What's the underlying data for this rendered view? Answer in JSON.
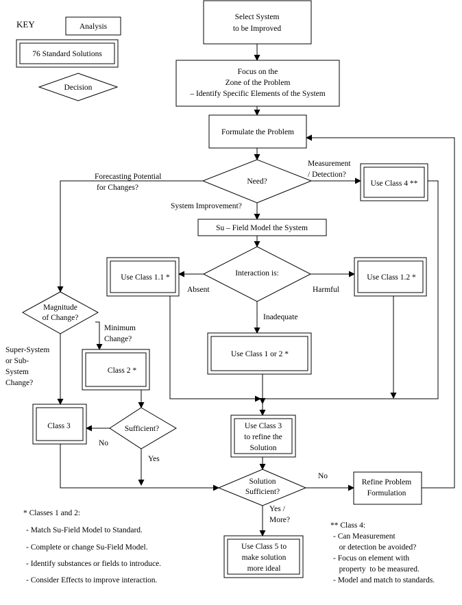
{
  "key": {
    "title": "KEY",
    "analysis": "Analysis",
    "standard_solutions": "76 Standard Solutions",
    "decision": "Decision"
  },
  "nodes": {
    "select_system": [
      "Select System",
      "to be Improved"
    ],
    "focus_zone": [
      "Focus on the",
      "Zone of the Problem",
      "– Identify Specific Elements of the System"
    ],
    "formulate": "Formulate the Problem",
    "need": "Need?",
    "use_class4": "Use Class 4 **",
    "su_field": "Su – Field Model the System",
    "interaction": "Interaction is:",
    "use_class11": "Use Class 1.1  *",
    "use_class12": "Use Class 1.2  *",
    "use_class1or2": "Use Class 1  or 2  *",
    "magnitude": [
      "Magnitude",
      "of Change?"
    ],
    "class2": "Class 2  *",
    "class3": "Class 3",
    "sufficient": "Sufficient?",
    "use_class3_refine": [
      "Use Class 3",
      "to refine the",
      "Solution"
    ],
    "solution_sufficient": [
      "Solution",
      "Sufficient?"
    ],
    "refine_problem": [
      "Refine Problem",
      "Formulation"
    ],
    "use_class5": [
      "Use Class 5 to",
      "make solution",
      "more ideal"
    ]
  },
  "edge_labels": {
    "forecasting": [
      "Forecasting Potential",
      "for Changes?"
    ],
    "measurement": [
      "Measurement",
      "/ Detection?"
    ],
    "system_improvement": "System Improvement?",
    "absent": "Absent",
    "harmful": "Harmful",
    "inadequate": "Inadequate",
    "minimum_change": [
      "Minimum",
      "Change?"
    ],
    "super_system": [
      "Super-System",
      "or Sub-",
      "System",
      "Change?"
    ],
    "no_sufficient": "No",
    "yes_sufficient": "Yes",
    "no_solution": "No",
    "yes_more": [
      "Yes /",
      "More?"
    ]
  },
  "notes": {
    "classes12_title": "* Classes 1 and 2:",
    "classes12_items": [
      "-  Match Su-Field Model to Standard.",
      "-  Complete or change Su-Field Model.",
      "-  Identify substances or fields to introduce.",
      "-  Consider Effects to improve interaction."
    ],
    "class4_title": "**  Class 4:",
    "class4_items": [
      "-  Can Measurement",
      "   or detection be avoided?",
      "-  Focus on element with",
      "   property  to be measured.",
      "-  Model and match to standards."
    ]
  }
}
